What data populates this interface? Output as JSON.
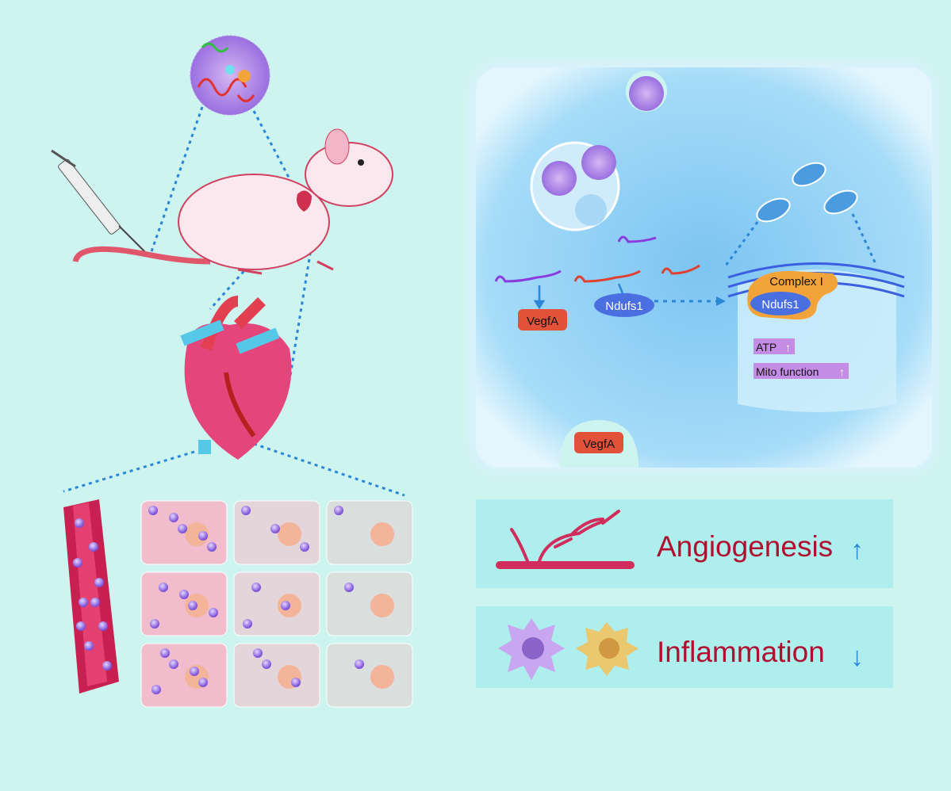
{
  "cell": {
    "vegfa_label": "VegfA",
    "ndufs1_label": "Ndufs1",
    "complex_label": "Complex I",
    "complex_ndufs1_label": "Ndufs1",
    "atp_label": "ATP",
    "mito_label": "Mito function",
    "secreted_vegfa_label": "VegfA"
  },
  "outcomes": {
    "angiogenesis_label": "Angiogenesis",
    "angiogenesis_arrow": "↑",
    "inflammation_label": "Inflammation",
    "inflammation_arrow": "↓"
  },
  "colors": {
    "background": "#cdf4ee",
    "cell": "#8fd0f5",
    "panel": "#aeeeec",
    "outcome_text": "#b01030",
    "arrow": "#2a86d6",
    "vegfa": "#e2523a",
    "ndufs1": "#4a6fe0",
    "complex": "#f2a43a",
    "mito_box": "#c58ce6"
  }
}
